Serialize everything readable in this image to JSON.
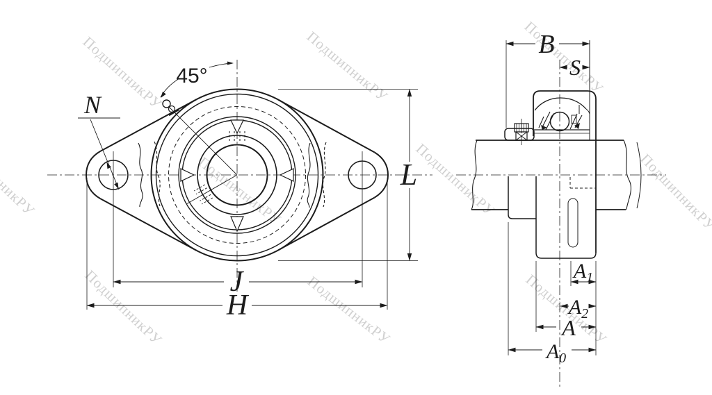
{
  "background": "#ffffff",
  "line_color": "#1c1c1c",
  "watermark": {
    "text": "ПодшипникРУ",
    "color": "#c5c5c5"
  },
  "front_view": {
    "angle_label": "45°",
    "bolt_hole_label": "N",
    "flange_width_label": "L",
    "bolt_spacing_label": "J",
    "overall_length_label": "H"
  },
  "side_view": {
    "bearing_width_label": "B",
    "center_offset_label": "S",
    "dim_a1": {
      "main": "A",
      "sub": "1"
    },
    "dim_a2": {
      "main": "A",
      "sub": "2"
    },
    "dim_a": {
      "main": "A",
      "sub": ""
    },
    "dim_a0": {
      "main": "A",
      "sub": "0"
    }
  }
}
